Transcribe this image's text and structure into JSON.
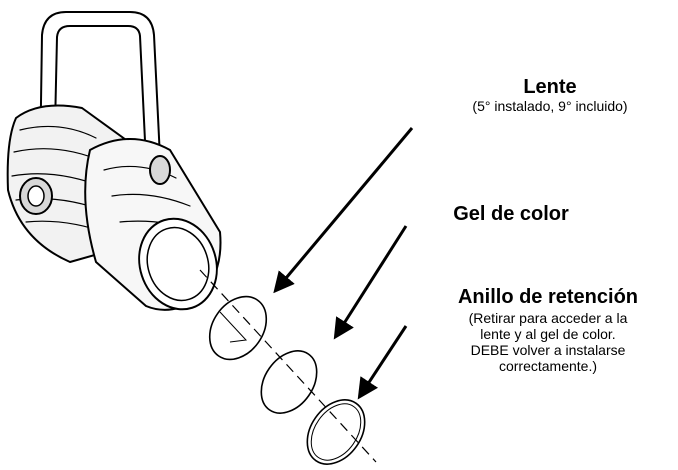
{
  "labels": {
    "lens": {
      "title": "Lente",
      "note": "(5° instalado, 9° incluido)"
    },
    "gel": {
      "title": "Gel de color"
    },
    "ring": {
      "title": "Anillo de retención",
      "note_lines": [
        "(Retirar para acceder a la",
        "lente y al gel de color.",
        "DEBE volver a instalarse",
        "correctamente.)"
      ]
    }
  },
  "colors": {
    "stroke": "#000000",
    "fixture_body": "#f2f2f2",
    "fixture_shade": "#d8d8d8",
    "background": "#ffffff"
  },
  "icons": {
    "fixture": "spotlight-fixture-icon",
    "arrow": "pointer-arrow-icon"
  }
}
